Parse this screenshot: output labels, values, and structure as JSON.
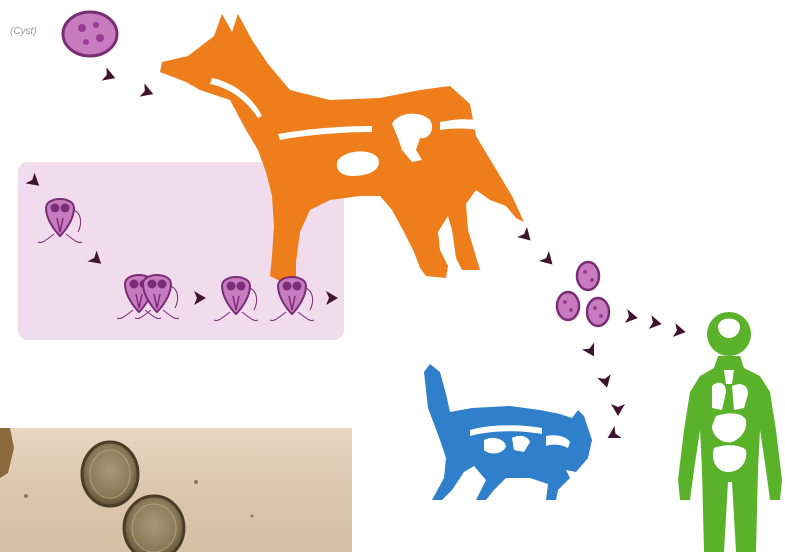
{
  "diagram": {
    "cyst_label": "(Cyst)",
    "colors": {
      "dog": "#ee7d1c",
      "cat": "#2f7fca",
      "human": "#5ab22b",
      "organism": "#9b3a95",
      "organism_fill": "#c77cc0",
      "arrow": "#3f1430",
      "inset_background": "#f1dced"
    },
    "hosts": [
      "dog-silhouette",
      "cat-silhouette",
      "human-silhouette"
    ],
    "stages": [
      "cyst",
      "trophozoite",
      "dividing-trophozoite"
    ]
  }
}
